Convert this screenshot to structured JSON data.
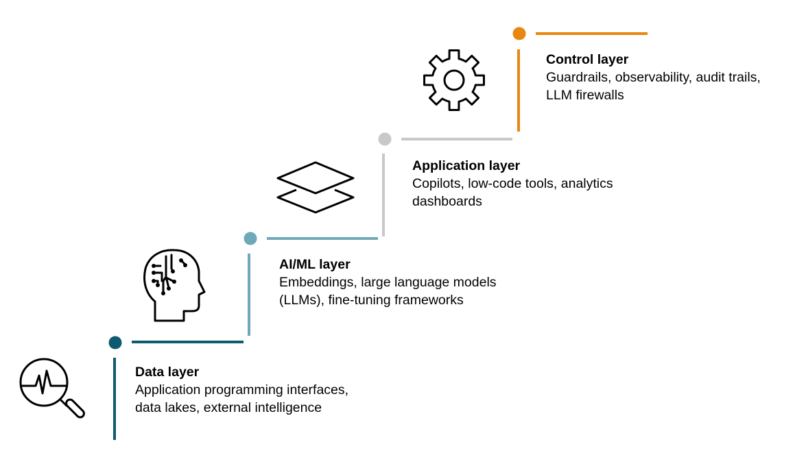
{
  "layers": [
    {
      "title": "Data layer",
      "desc_line1": "Application programming interfaces,",
      "desc_line2": "data lakes, external intelligence",
      "color": "#0e5a6e",
      "icon": "data-analysis-magnifier-icon"
    },
    {
      "title": "AI/ML layer",
      "desc_line1": "Embeddings, large language models",
      "desc_line2": "(LLMs), fine-tuning frameworks",
      "color": "#6fa8b8",
      "icon": "ai-brain-circuit-icon"
    },
    {
      "title": "Application layer",
      "desc_line1": "Copilots, low-code tools, analytics",
      "desc_line2": "dashboards",
      "color": "#c8c8c8",
      "icon": "stacked-layers-icon"
    },
    {
      "title": "Control layer",
      "desc_line1": "Guardrails, observability, audit trails,",
      "desc_line2": "LLM firewalls",
      "color": "#e8870e",
      "icon": "gear-icon"
    }
  ]
}
